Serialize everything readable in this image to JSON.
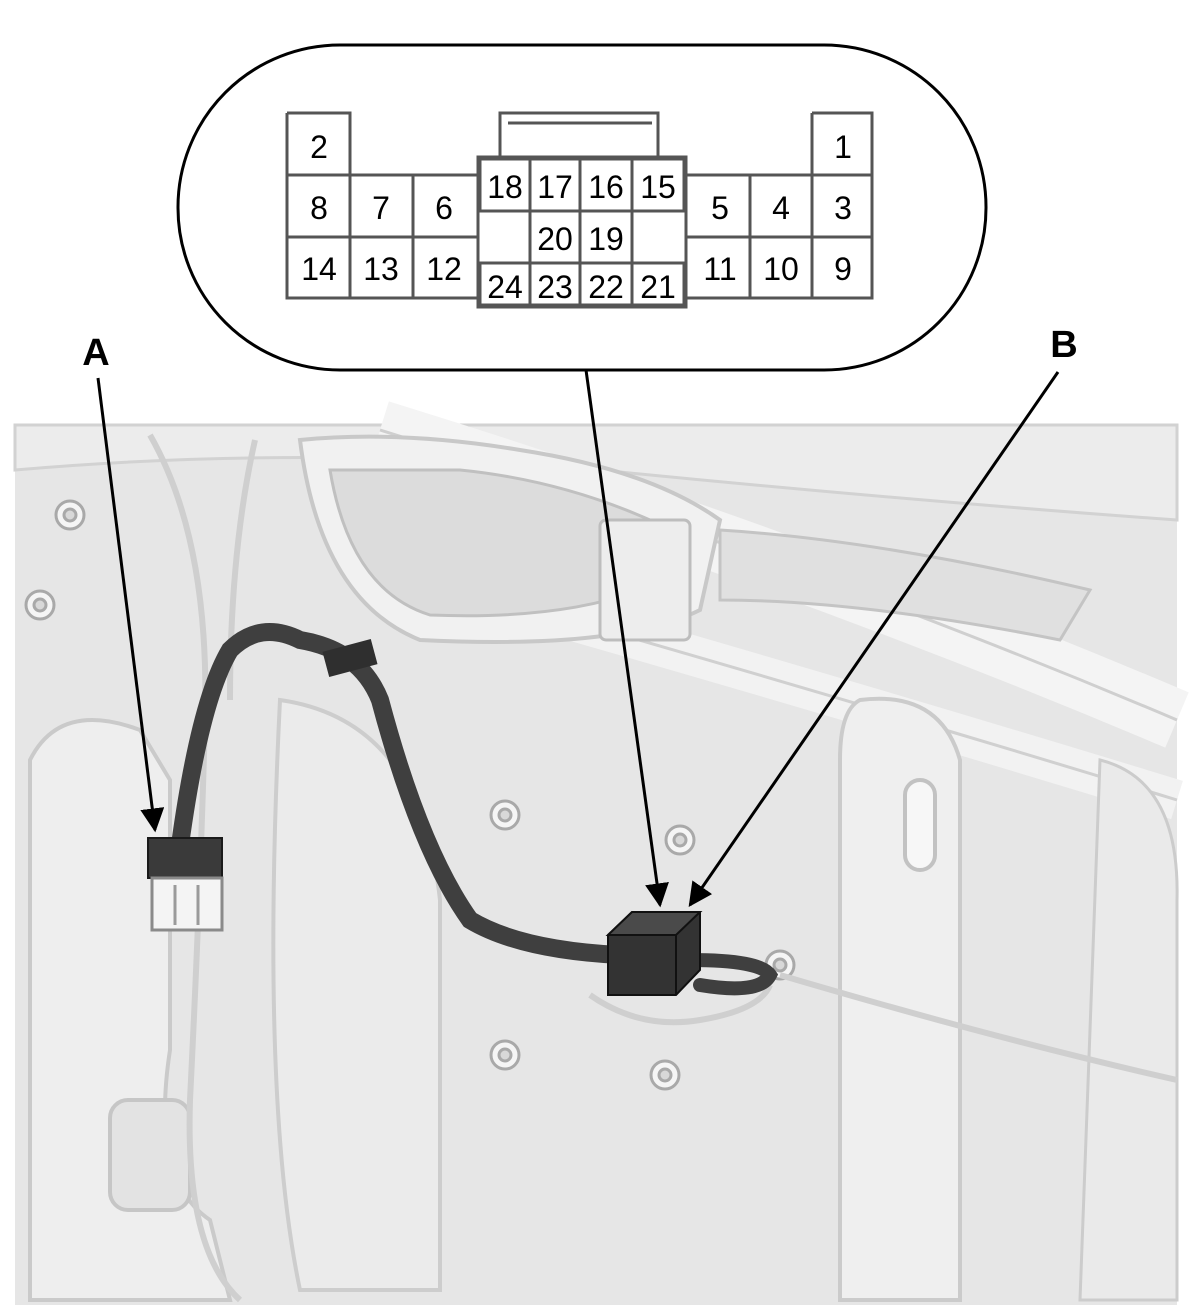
{
  "callouts": {
    "a": "A",
    "b": "B"
  },
  "connector": {
    "pins": [
      "1",
      "2",
      "3",
      "4",
      "5",
      "6",
      "7",
      "8",
      "9",
      "10",
      "11",
      "12",
      "13",
      "14",
      "15",
      "16",
      "17",
      "18",
      "19",
      "20",
      "21",
      "22",
      "23",
      "24"
    ]
  },
  "colors": {
    "background_panel": "#e4e4e4",
    "harness": "#454545",
    "outline": "#000000"
  }
}
